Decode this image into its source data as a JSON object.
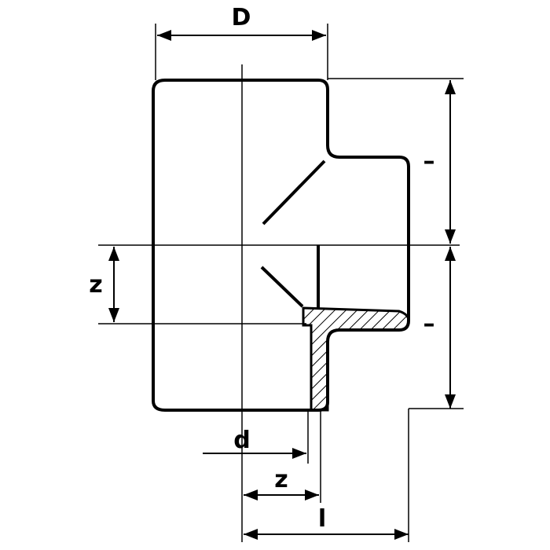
{
  "labels": {
    "D": "D",
    "z_side": "z",
    "d": "d",
    "z_bottom": "z",
    "l": "l",
    "dash_upper": "–",
    "dash_lower": "–"
  },
  "colors": {
    "ink": "#000000",
    "background": "#ffffff"
  }
}
